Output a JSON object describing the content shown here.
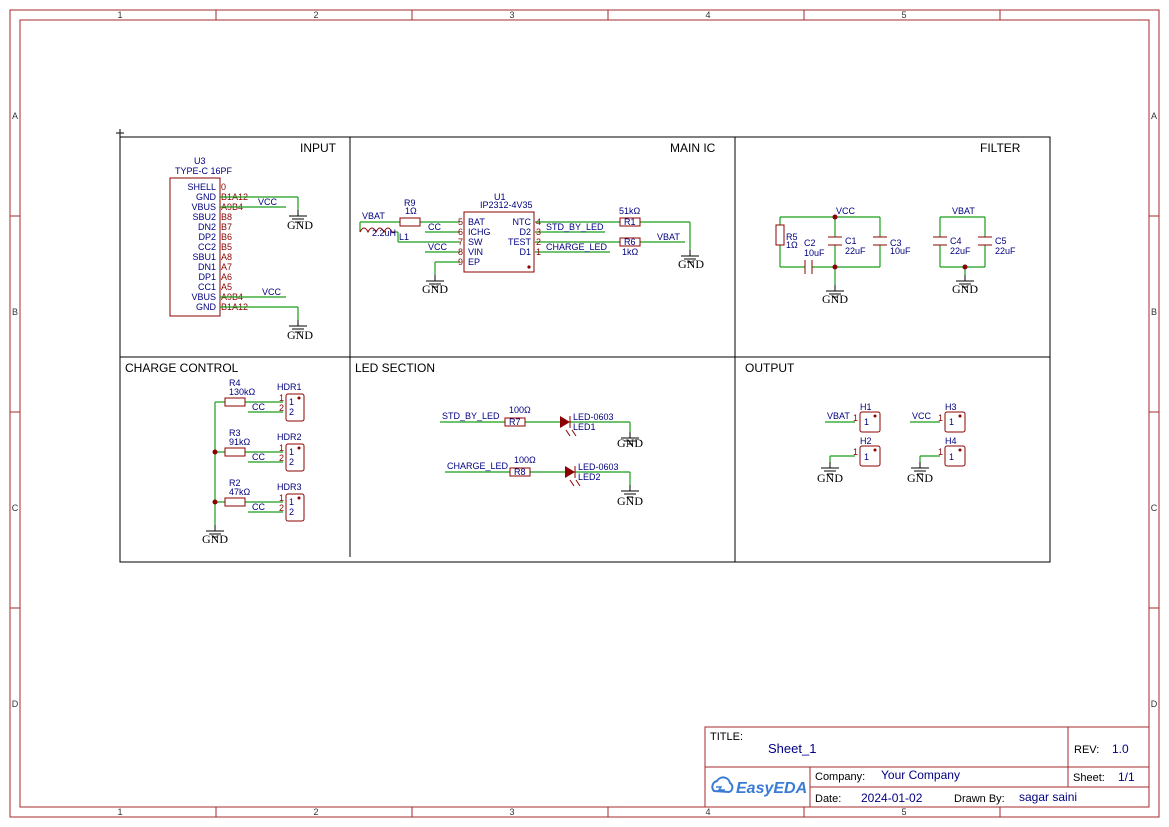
{
  "frame": {
    "col_labels": [
      "1",
      "2",
      "3",
      "4",
      "5"
    ],
    "row_labels": [
      "A",
      "B",
      "C",
      "D"
    ]
  },
  "sections": {
    "input": "INPUT",
    "main_ic": "MAIN IC",
    "filter": "FILTER",
    "charge_control": "CHARGE CONTROL",
    "led_section": "LED SECTION",
    "output": "OUTPUT"
  },
  "u3": {
    "ref": "U3",
    "value": "TYPE-C 16PF",
    "pins": [
      "SHELL",
      "GND",
      "VBUS",
      "SBU2",
      "DN2",
      "DP2",
      "CC2",
      "SBU1",
      "DN1",
      "DP1",
      "CC1",
      "VBUS",
      "GND"
    ],
    "pin_nums": [
      "0",
      "B1A12",
      "A9B4",
      "B8",
      "B7",
      "B6",
      "B5",
      "A8",
      "A7",
      "A6",
      "A5",
      "A9B4",
      "B1A12"
    ]
  },
  "u1": {
    "ref": "U1",
    "value": "IP2312-4V35",
    "left_pins": [
      "BAT",
      "ICHG",
      "SW",
      "VIN",
      "EP"
    ],
    "left_nums": [
      "5",
      "6",
      "7",
      "8",
      "9"
    ],
    "right_pins": [
      "NTC",
      "D2",
      "TEST",
      "D1"
    ],
    "right_nums": [
      "4",
      "3",
      "2",
      "1"
    ]
  },
  "components": {
    "r9": {
      "ref": "R9",
      "value": "1Ω"
    },
    "l1": {
      "ref": "L1",
      "value": "2.2uH"
    },
    "r1": {
      "ref": "R1",
      "value": "51kΩ"
    },
    "r6": {
      "ref": "R6",
      "value": "1kΩ"
    },
    "r5": {
      "ref": "R5",
      "value": "1Ω"
    },
    "c2": {
      "ref": "C2",
      "value": "10uF"
    },
    "c1": {
      "ref": "C1",
      "value": "22uF"
    },
    "c3": {
      "ref": "C3",
      "value": "10uF"
    },
    "c4": {
      "ref": "C4",
      "value": "22uF"
    },
    "c5": {
      "ref": "C5",
      "value": "22uF"
    },
    "r4": {
      "ref": "R4",
      "value": "130kΩ"
    },
    "r3": {
      "ref": "R3",
      "value": "91kΩ"
    },
    "r2": {
      "ref": "R2",
      "value": "47kΩ"
    },
    "r7": {
      "ref": "R7",
      "value": "100Ω"
    },
    "r8": {
      "ref": "R8",
      "value": "100Ω"
    },
    "led1": {
      "ref": "LED1",
      "value": "LED-0603"
    },
    "led2": {
      "ref": "LED2",
      "value": "LED-0603"
    },
    "hdr1": {
      "ref": "HDR1"
    },
    "hdr2": {
      "ref": "HDR2"
    },
    "hdr3": {
      "ref": "HDR3"
    },
    "h1": {
      "ref": "H1"
    },
    "h2": {
      "ref": "H2"
    },
    "h3": {
      "ref": "H3"
    },
    "h4": {
      "ref": "H4"
    }
  },
  "nets": {
    "vcc": "VCC",
    "vbat": "VBAT",
    "cc": "CC",
    "gnd": "GND",
    "std_by_led": "STD_BY_LED",
    "charge_led": "CHARGE_LED"
  },
  "pin_labels": {
    "one": "1",
    "two": "2"
  },
  "title_block": {
    "title_label": "TITLE:",
    "title_value": "Sheet_1",
    "rev_label": "REV:",
    "rev_value": "1.0",
    "logo": "EasyEDA",
    "company_label": "Company:",
    "company_value": "Your Company",
    "sheet_label": "Sheet:",
    "sheet_value": "1/1",
    "date_label": "Date:",
    "date_value": "2024-01-02",
    "drawn_label": "Drawn By:",
    "drawn_value": "sagar saini"
  }
}
